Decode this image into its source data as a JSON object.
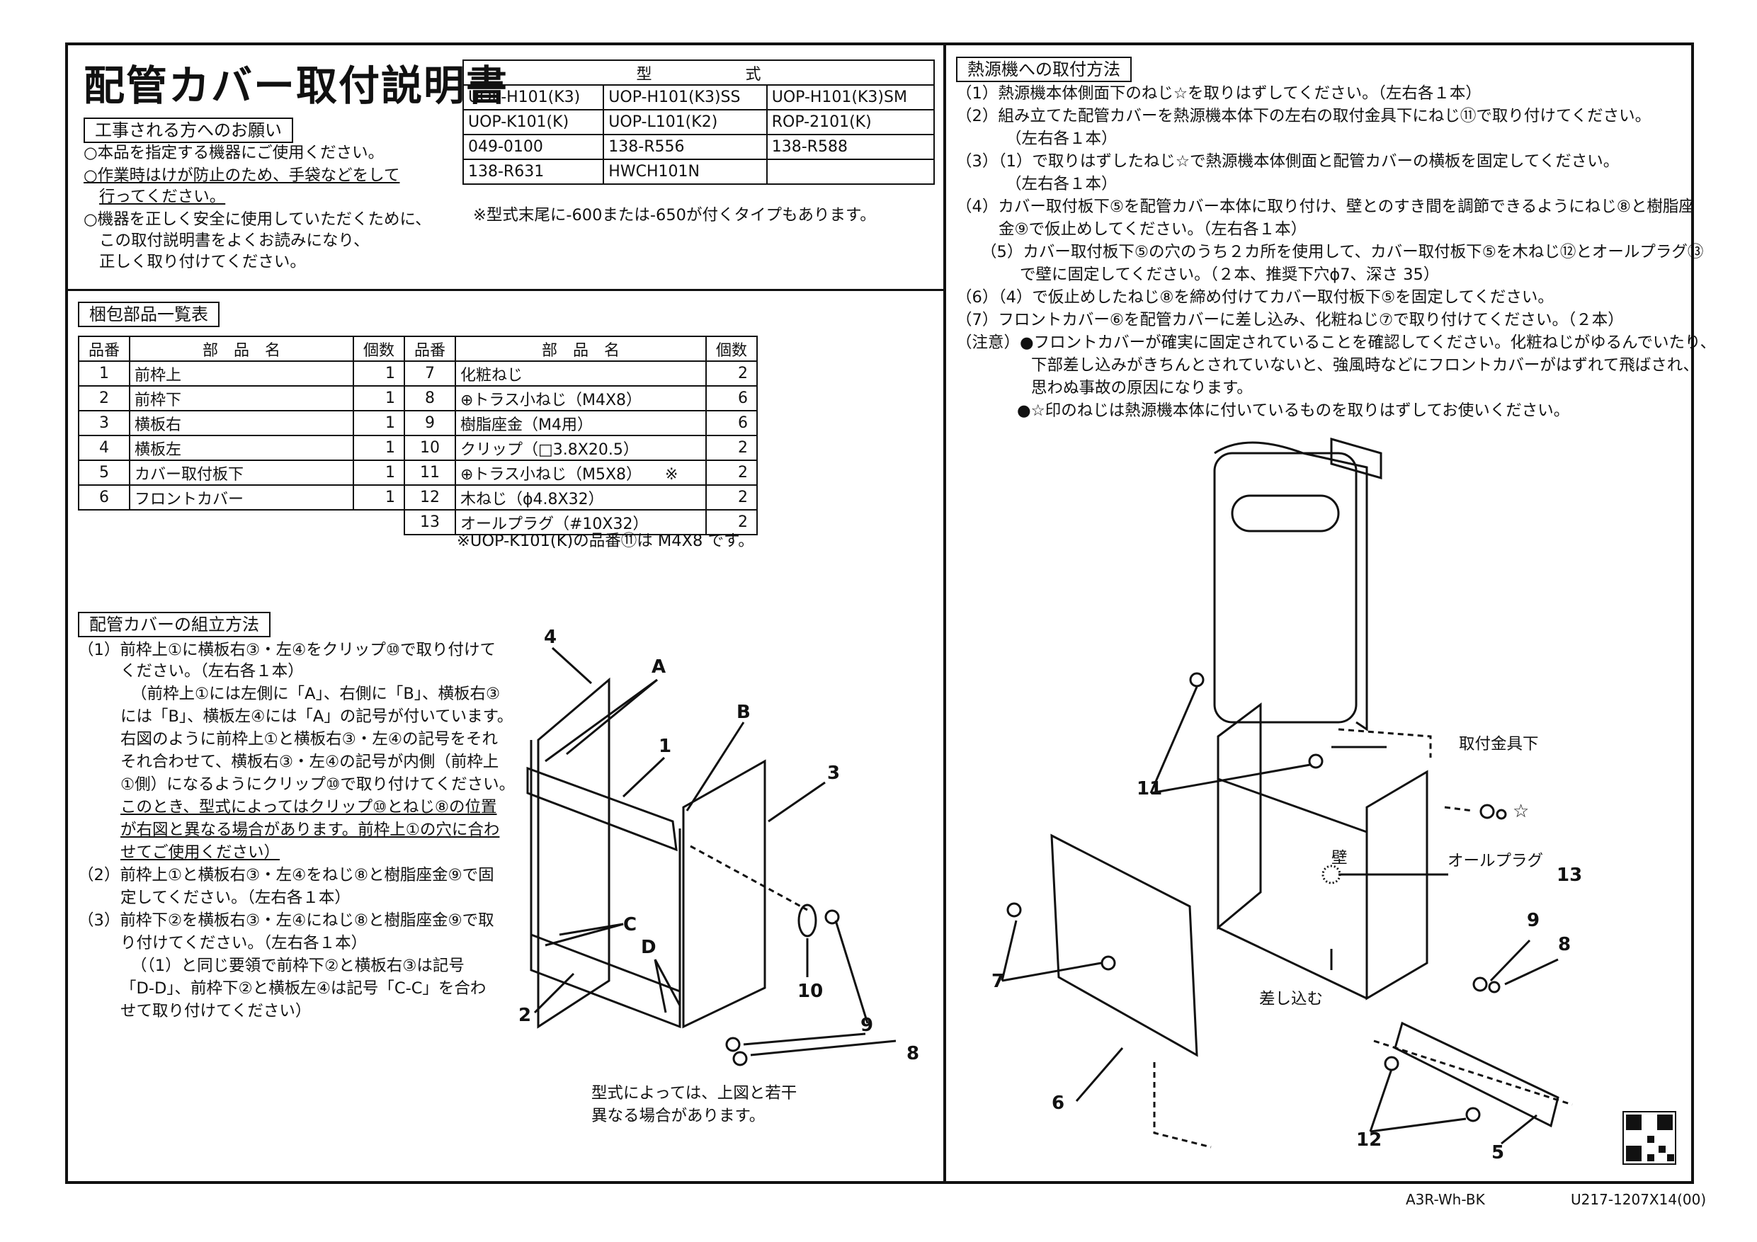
{
  "title": "配管カバー取付説明書",
  "model_table": {
    "header": "型　　　　　　式",
    "rows": [
      [
        "UOP-H101(K3)",
        "UOP-H101(K3)SS",
        "UOP-H101(K3)SM"
      ],
      [
        "UOP-K101(K)",
        "UOP-L101(K2)",
        "ROP-2101(K)"
      ],
      [
        "049-0100",
        "138-R556",
        "138-R588"
      ],
      [
        "138-R631",
        "HWCH101N",
        ""
      ]
    ],
    "note": "※型式末尾に-600または-650が付くタイプもあります。"
  },
  "request": {
    "heading": "工事される方へのお願い",
    "l1": "○本品を指定する機器にご使用ください。",
    "l2": "○作業時はけが防止のため、手袋などをして",
    "l3": "行ってください。",
    "l4": "○機器を正しく安全に使用していただくために、",
    "l5": "この取付説明書をよくお読みになり、",
    "l6": "正しく取り付けてください。"
  },
  "parts": {
    "heading": "梱包部品一覧表",
    "col_no": "品番",
    "col_name": "部　品　名",
    "col_qty": "個数",
    "left": [
      {
        "no": "1",
        "name": "前枠上",
        "qty": "1"
      },
      {
        "no": "2",
        "name": "前枠下",
        "qty": "1"
      },
      {
        "no": "3",
        "name": "横板右",
        "qty": "1"
      },
      {
        "no": "4",
        "name": "横板左",
        "qty": "1"
      },
      {
        "no": "5",
        "name": "カバー取付板下",
        "qty": "1"
      },
      {
        "no": "6",
        "name": "フロントカバー",
        "qty": "1"
      }
    ],
    "right": [
      {
        "no": "7",
        "name": "化粧ねじ",
        "qty": "2"
      },
      {
        "no": "8",
        "name": "⊕トラス小ねじ（M4X8）",
        "qty": "6"
      },
      {
        "no": "9",
        "name": "樹脂座金（M4用）",
        "qty": "6"
      },
      {
        "no": "10",
        "name": "クリップ（□3.8X20.5）",
        "qty": "2"
      },
      {
        "no": "11",
        "name": "⊕トラス小ねじ（M5X8）　　※",
        "qty": "2"
      },
      {
        "no": "12",
        "name": "木ねじ（ϕ4.8X32）",
        "qty": "2"
      },
      {
        "no": "13",
        "name": "オールプラグ（#10X32）",
        "qty": "2"
      }
    ],
    "note": "※UOP-K101(K)の品番⑪は M4X8 です。"
  },
  "assembly": {
    "heading": "配管カバーの組立方法",
    "lines": [
      "（1）前枠上①に横板右③・左④をクリップ⑩で取り付けて",
      "ください。（左右各１本）",
      "（前枠上①には左側に「A」、右側に「B」、横板右③",
      "には「B」、横板左④には「A」の記号が付いています。",
      "右図のように前枠上①と横板右③・左④の記号をそれ",
      "それ合わせて、横板右③・左④の記号が内側（前枠上",
      "①側）になるようにクリップ⑩で取り付けてください。",
      "このとき、型式によってはクリップ⑩とねじ⑧の位置",
      "が右図と異なる場合があります。前枠上①の穴に合わ",
      "せてご使用ください）",
      "（2）前枠上①と横板右③・左④をねじ⑧と樹脂座金⑨で固",
      "定してください。（左右各１本）",
      "（3）前枠下②を横板右③・左④にねじ⑧と樹脂座金⑨で取",
      "り付けてください。（左右各１本）",
      "（（1）と同じ要領で前枠下②と横板右③は記号",
      "「D-D」、前枠下②と横板左④は記号「C-C」を合わ",
      "せて取り付けてください）"
    ],
    "diagram_note_1": "型式によっては、上図と若干",
    "diagram_note_2": "異なる場合があります。",
    "labels": {
      "a": "A",
      "b": "B",
      "c": "C",
      "d": "D"
    },
    "nums": {
      "n1": "1",
      "n2": "2",
      "n3": "3",
      "n4": "4",
      "n8": "8",
      "n9": "9",
      "n10": "10"
    }
  },
  "install": {
    "heading": "熱源機への取付方法",
    "lines": [
      "（1）熱源機本体側面下のねじ☆を取りはずしてください。（左右各１本）",
      "（2）組み立てた配管カバーを熱源機本体下の左右の取付金具下にねじ⑪で取り付けてください。",
      "（左右各１本）",
      "（3）（1）で取りはずしたねじ☆で熱源機本体側面と配管カバーの横板を固定してください。",
      "（左右各１本）",
      "（4）カバー取付板下⑤を配管カバー本体に取り付け、壁とのすき間を調節できるようにねじ⑧と樹脂座",
      "金⑨で仮止めしてください。（左右各１本）",
      "（5）カバー取付板下⑤の穴のうち２カ所を使用して、カバー取付板下⑤を木ねじ⑫とオールプラグ⑬",
      "で壁に固定してください。（２本、推奨下穴ϕ7、深さ 35）",
      "（6）（4）で仮止めしたねじ⑧を締め付けてカバー取付板下⑤を固定してください。",
      "（7）フロントカバー⑥を配管カバーに差し込み、化粧ねじ⑦で取り付けてください。（２本）",
      "（注意）●フロントカバーが確実に固定されていることを確認してください。化粧ねじがゆるんでいたり、",
      "下部差し込みがきちんとされていないと、強風時などにフロントカバーがはずれて飛ばされ、",
      "思わぬ事故の原因になります。",
      "●☆印のねじは熱源機本体に付いているものを取りはずしてお使いください。"
    ],
    "labels": {
      "bracket": "取付金具下",
      "plug": "オールプラグ",
      "wall": "壁",
      "insert": "差し込む",
      "star": "☆"
    },
    "nums": {
      "n5": "5",
      "n6": "6",
      "n7": "7",
      "n8": "8",
      "n9": "9",
      "n11": "11",
      "n12": "12",
      "n13": "13"
    }
  },
  "footer": {
    "left": "A3R-Wh-BK",
    "right": "U217-1207X14(00)"
  }
}
